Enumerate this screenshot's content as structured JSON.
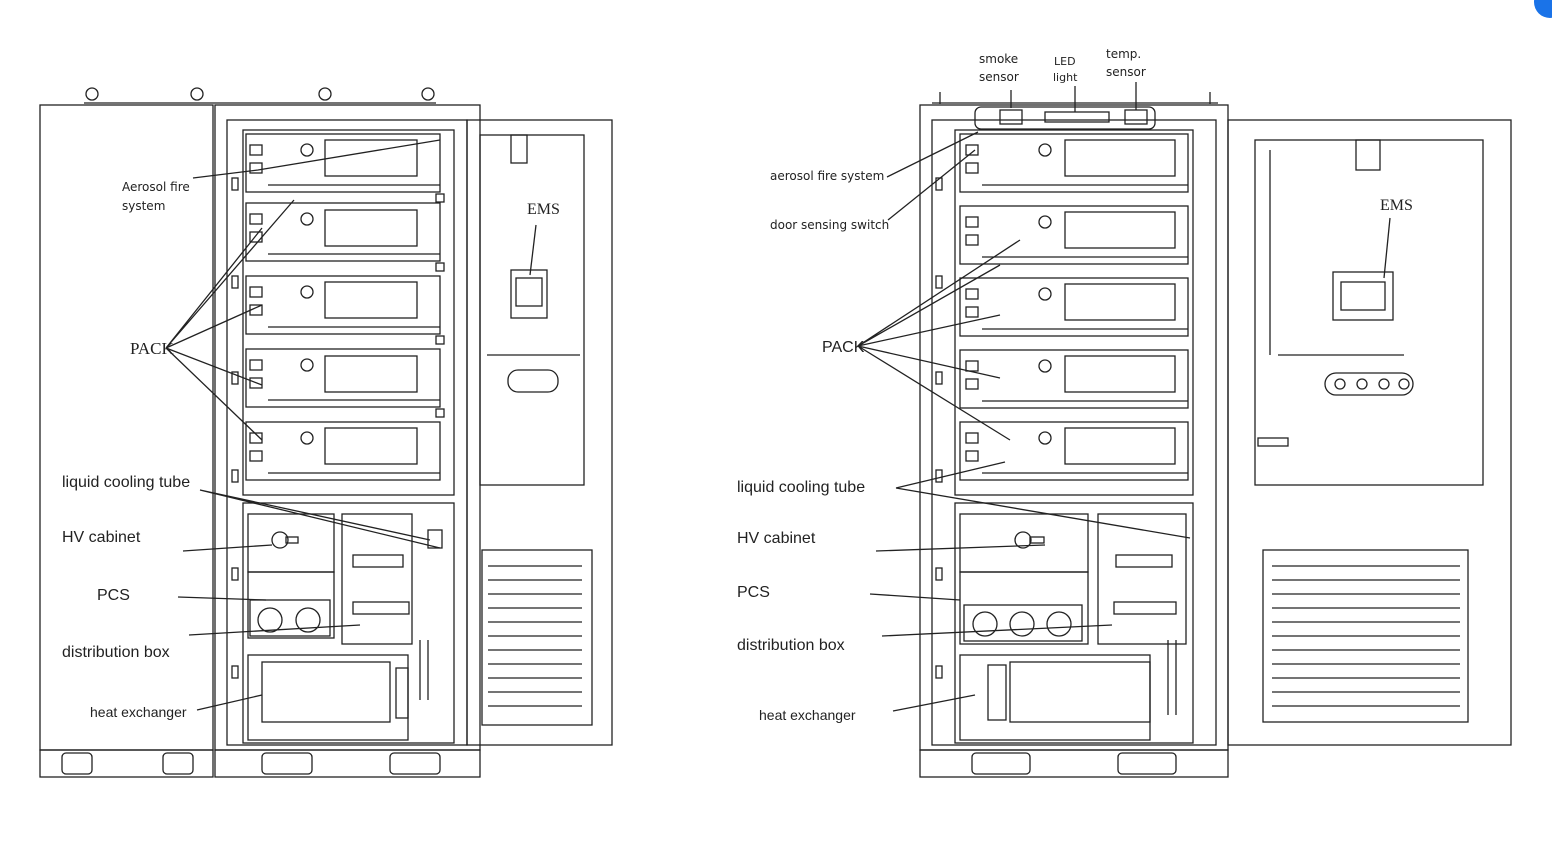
{
  "left_diagram": {
    "labels": {
      "aerosol_line1": "Aerosol fire",
      "aerosol_line2": "system",
      "ems": "EMS",
      "pack": "PACK",
      "liquid_cooling_tube": "liquid cooling tube",
      "hv_cabinet": "HV cabinet",
      "pcs": "PCS",
      "distribution_box": "distribution box",
      "heat_exchanger": "heat exchanger"
    }
  },
  "right_diagram": {
    "labels": {
      "smoke_line1": "smoke",
      "smoke_line2": "sensor",
      "led_line1": "LED",
      "led_line2": "light",
      "temp_line1": "temp.",
      "temp_line2": "sensor",
      "aerosol": "aerosol fire system",
      "door_sensing_switch": "door sensing switch",
      "ems": "EMS",
      "pack": "PACK",
      "liquid_cooling_tube": "liquid cooling tube",
      "hv_cabinet": "HV cabinet",
      "pcs": "PCS",
      "distribution_box": "distribution box",
      "heat_exchanger": "heat exchanger"
    }
  },
  "colors": {
    "line": "#222222",
    "corner_badge": "#1a73e8"
  }
}
